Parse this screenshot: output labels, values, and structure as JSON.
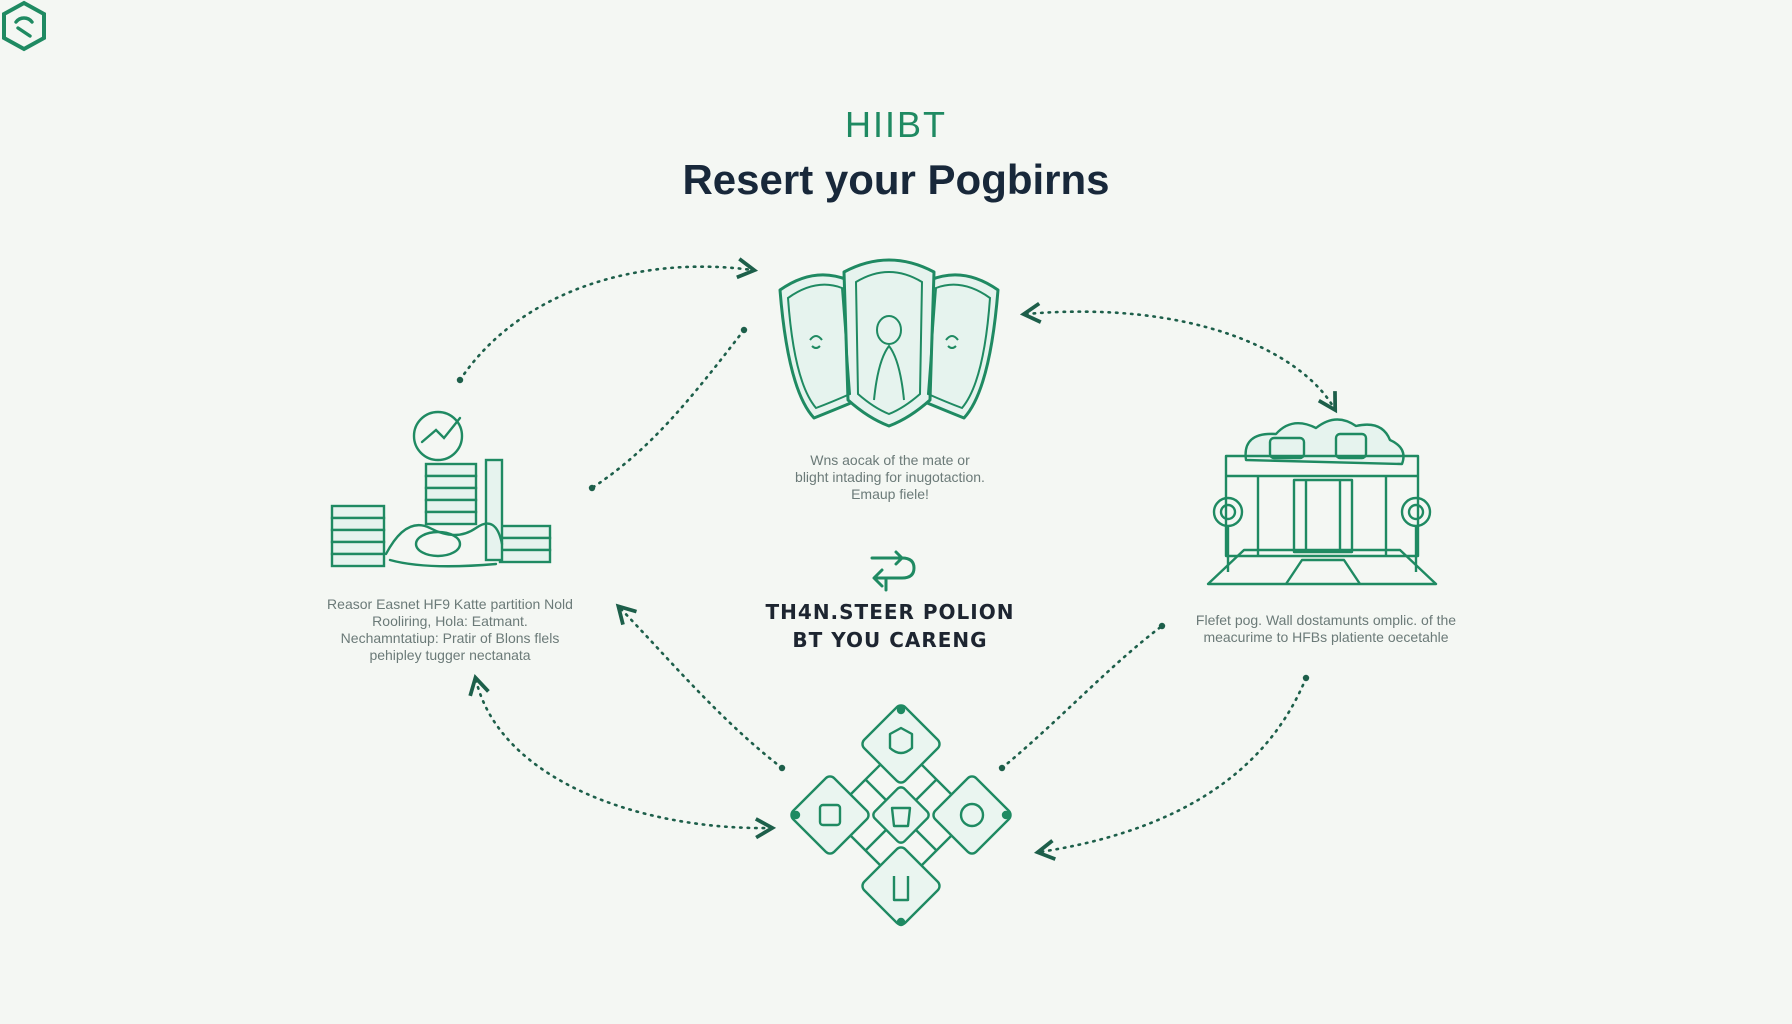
{
  "brand": {
    "name": "HIIBT",
    "logo_icon": "hexagon-logo-icon",
    "accent_color": "#1f8a62"
  },
  "title": "Resert your Pogbirns",
  "nodes": {
    "top": {
      "icon": "triple-shield-icon",
      "caption": [
        "Wns aocak of the mate or",
        "blight intading for inugotaction.",
        "Emaup fiele!"
      ]
    },
    "left": {
      "icon": "coin-stacks-chart-icon",
      "caption": [
        "Reasor Easnet HF9 Katte partition Nold",
        "Rooliring, Hola: Eatmant.",
        "Nechamntatiup: Pratir of Blons flels",
        "pehipley tugger nectanata"
      ]
    },
    "right": {
      "icon": "bank-building-icon",
      "caption": [
        "Flefet pog. Wall dostamunts omplic. of the",
        "meacurime to HFBs platiente oecetahle"
      ]
    },
    "bottom": {
      "icon": "diamond-network-icon"
    }
  },
  "center": {
    "icon": "cycle-arrow-icon",
    "lines": [
      "TH4N.STEER POLION",
      "BT YOU CARENG"
    ]
  },
  "colors": {
    "line": "#1f8a62",
    "dots": "#1d5f4a",
    "title": "#18283a",
    "background": "#f4f7f3"
  }
}
